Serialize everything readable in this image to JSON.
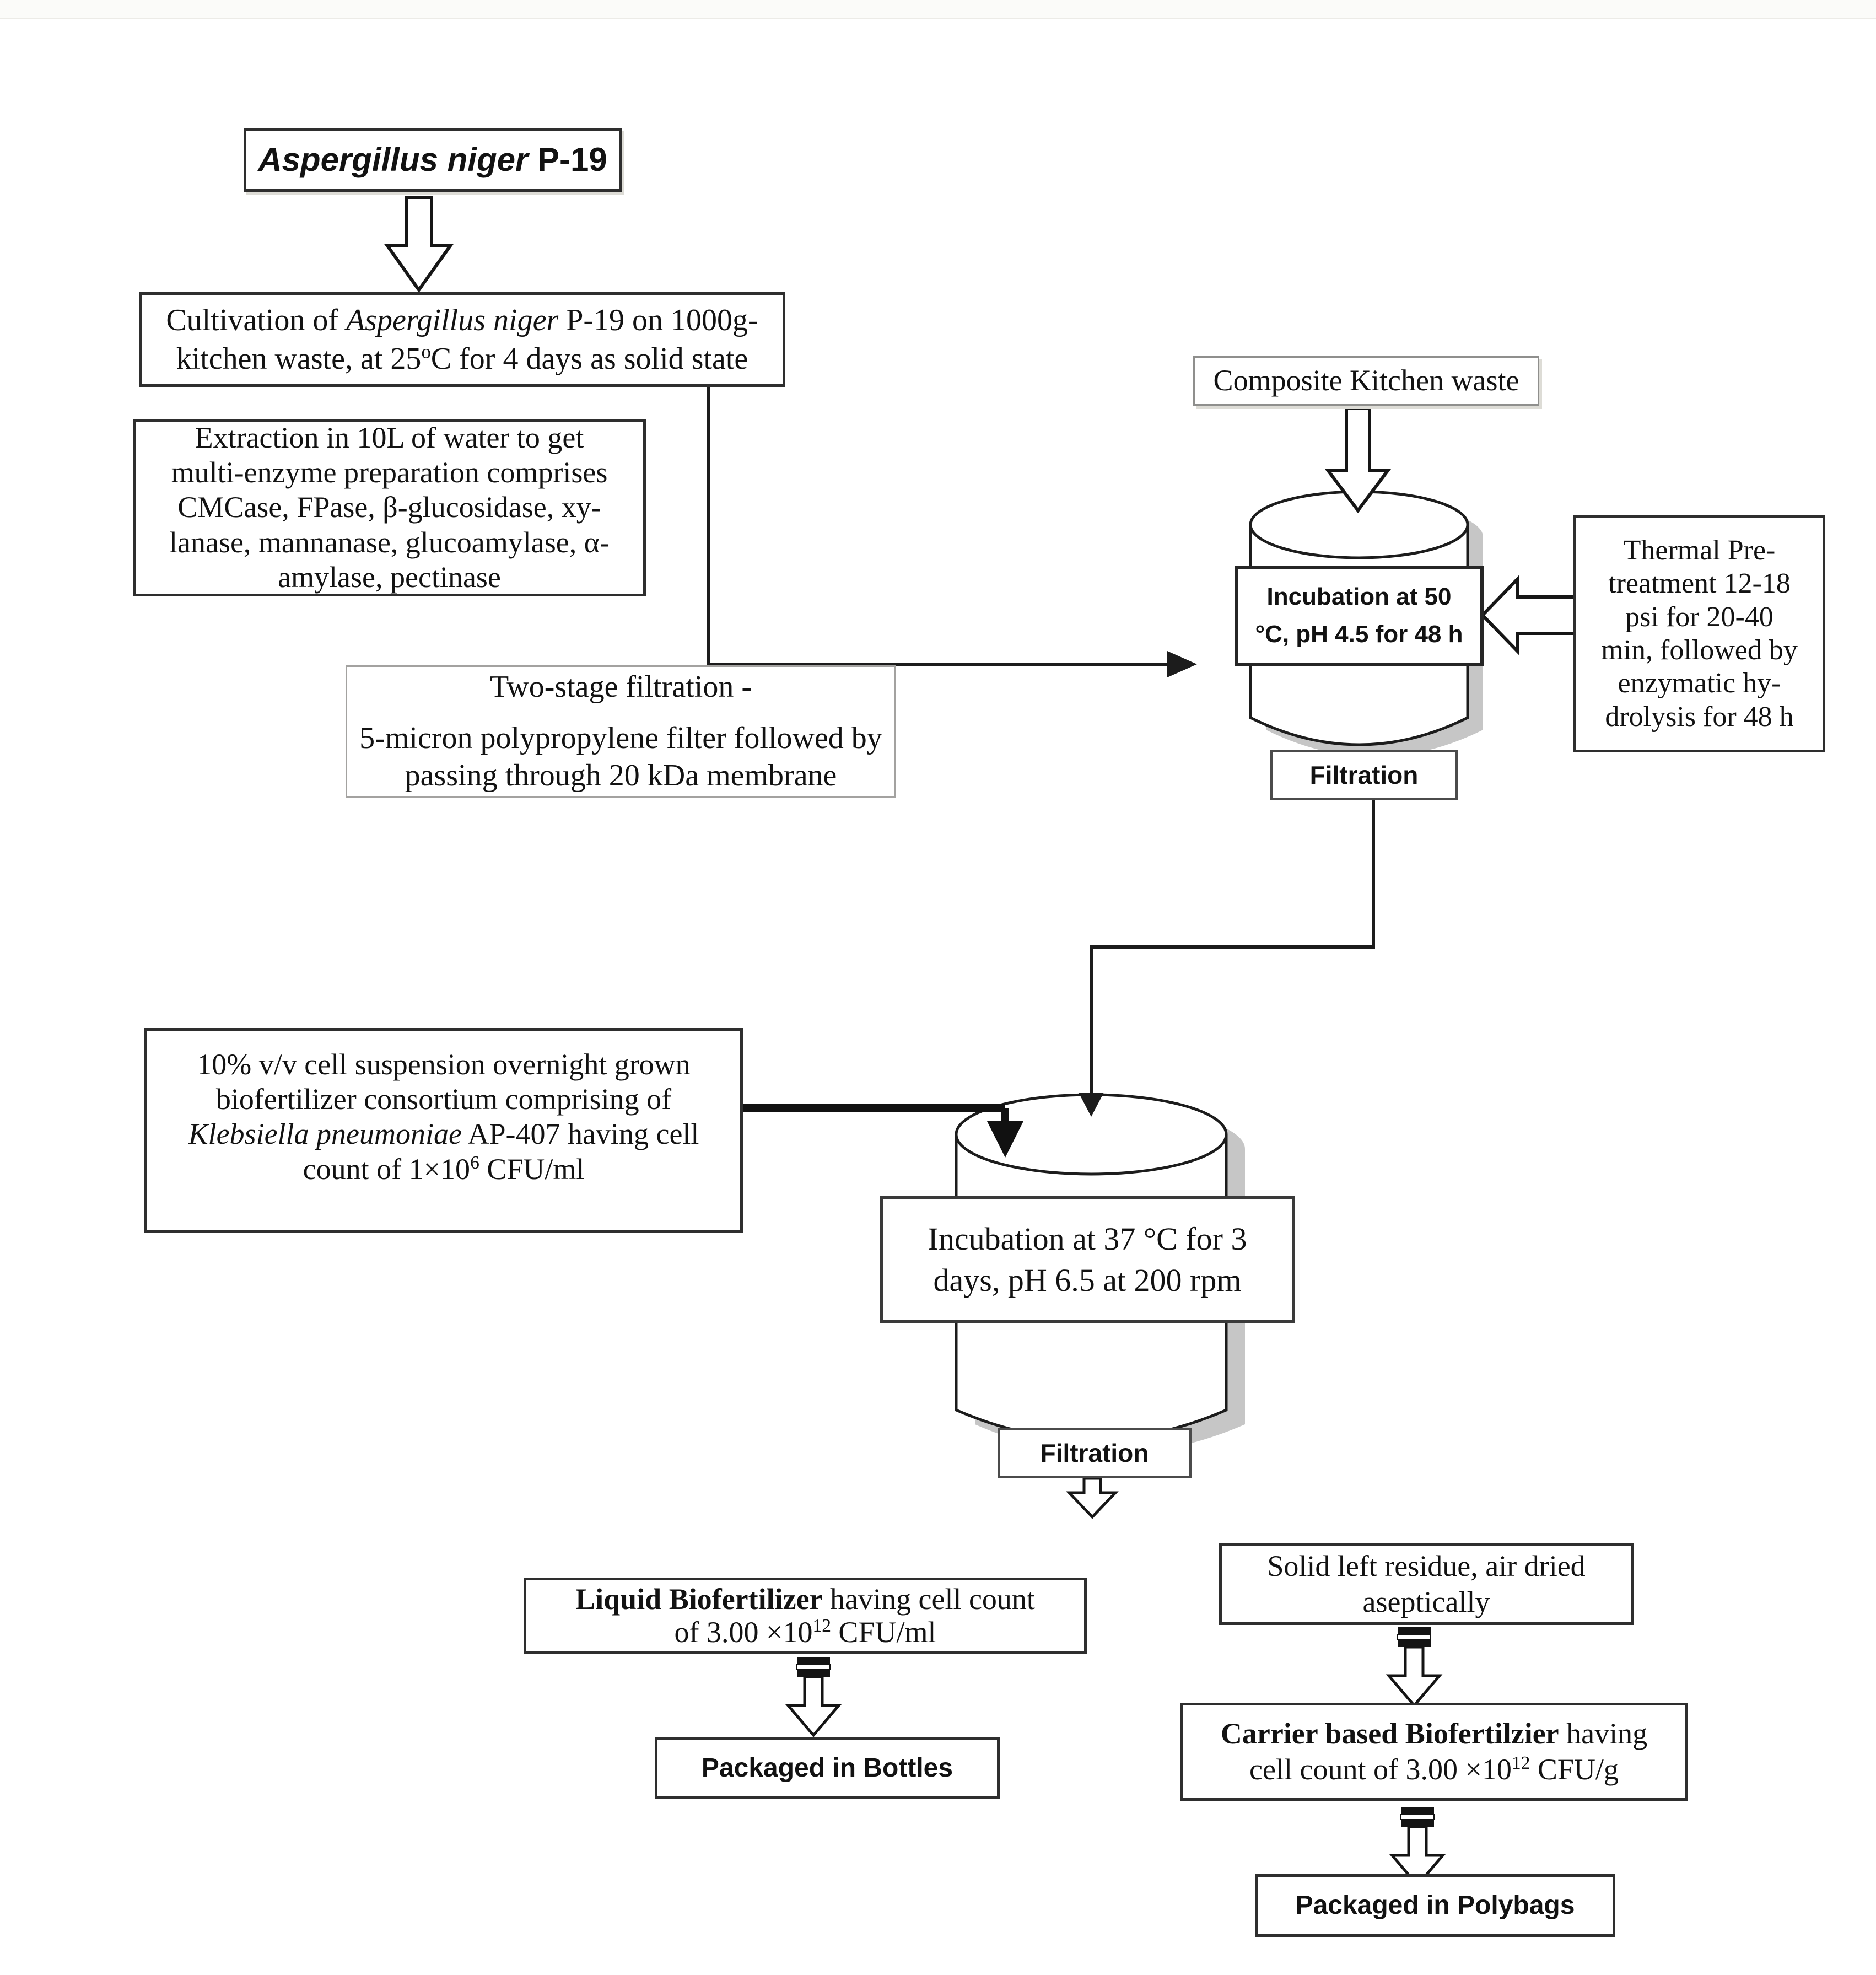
{
  "page": {
    "background": "#ffffff",
    "top_strip_color": "#fbfbf9"
  },
  "colors": {
    "box_border_dark": "#2e2e2e",
    "box_border_light": "#a3a2a0",
    "text": "#121212",
    "cylinder_shadow": "#c6c6c6",
    "connector": "#1c1c1c"
  },
  "nodes": {
    "strain": {
      "italic": "Aspergillus niger",
      "rest": " P-19"
    },
    "cultivation": {
      "r0": "Cultivation of ",
      "r1": "Aspergillus niger",
      "r2": " P-19 on 1000g-\nkitchen waste, at 25",
      "sup": "o",
      "r3": "C for 4 days as solid state"
    },
    "extraction": {
      "text": "Extraction in 10L of water to get\nmulti-enzyme preparation comprises\nCMCase, FPase, β-glucosidase, xy-\nlanase, mannanase, glucoamylase, α-\namylase, pectinase"
    },
    "two_stage": {
      "title": "Two-stage filtration -",
      "body": "5-micron polypropylene filter followed by\npassing through 20 kDa membrane"
    },
    "composite": {
      "text": "Composite Kitchen waste"
    },
    "incubation1": {
      "text": "Incubation at 50\n°C, pH 4.5  for 48 h"
    },
    "thermal": {
      "text": "Thermal Pre-\ntreatment 12-18\npsi for 20-40\nmin, followed by\nenzymatic hy-\ndrolysis for 48 h"
    },
    "filtration1": {
      "label": "Filtration"
    },
    "ten_percent": {
      "r0": "10% v/v cell suspension overnight grown\nbiofertilizer consortium comprising of\n",
      "r1": "Klebsiella pneumoniae",
      "r2": " AP-407 having cell\ncount of 1×10",
      "sup": "6",
      "r3": " CFU/ml"
    },
    "incubation2": {
      "text": "Incubation at 37 °C for 3\ndays, pH 6.5 at 200 rpm"
    },
    "filtration2": {
      "label": "Filtration"
    },
    "liquid": {
      "bold": "Liquid Biofertilizer",
      "r1": " having cell count\nof 3.00 ×10",
      "sup": "12",
      "r2": " CFU/ml"
    },
    "bottles": {
      "label": "Packaged in Bottles"
    },
    "solid_residue": {
      "text": "Solid left residue, air dried\naseptically"
    },
    "carrier": {
      "bold": "Carrier based Biofertilzier",
      "r1": " having\ncell count of 3.00 ×10",
      "sup": "12",
      "r2": " CFU/g"
    },
    "polybags": {
      "label": "Packaged in Polybags"
    }
  }
}
